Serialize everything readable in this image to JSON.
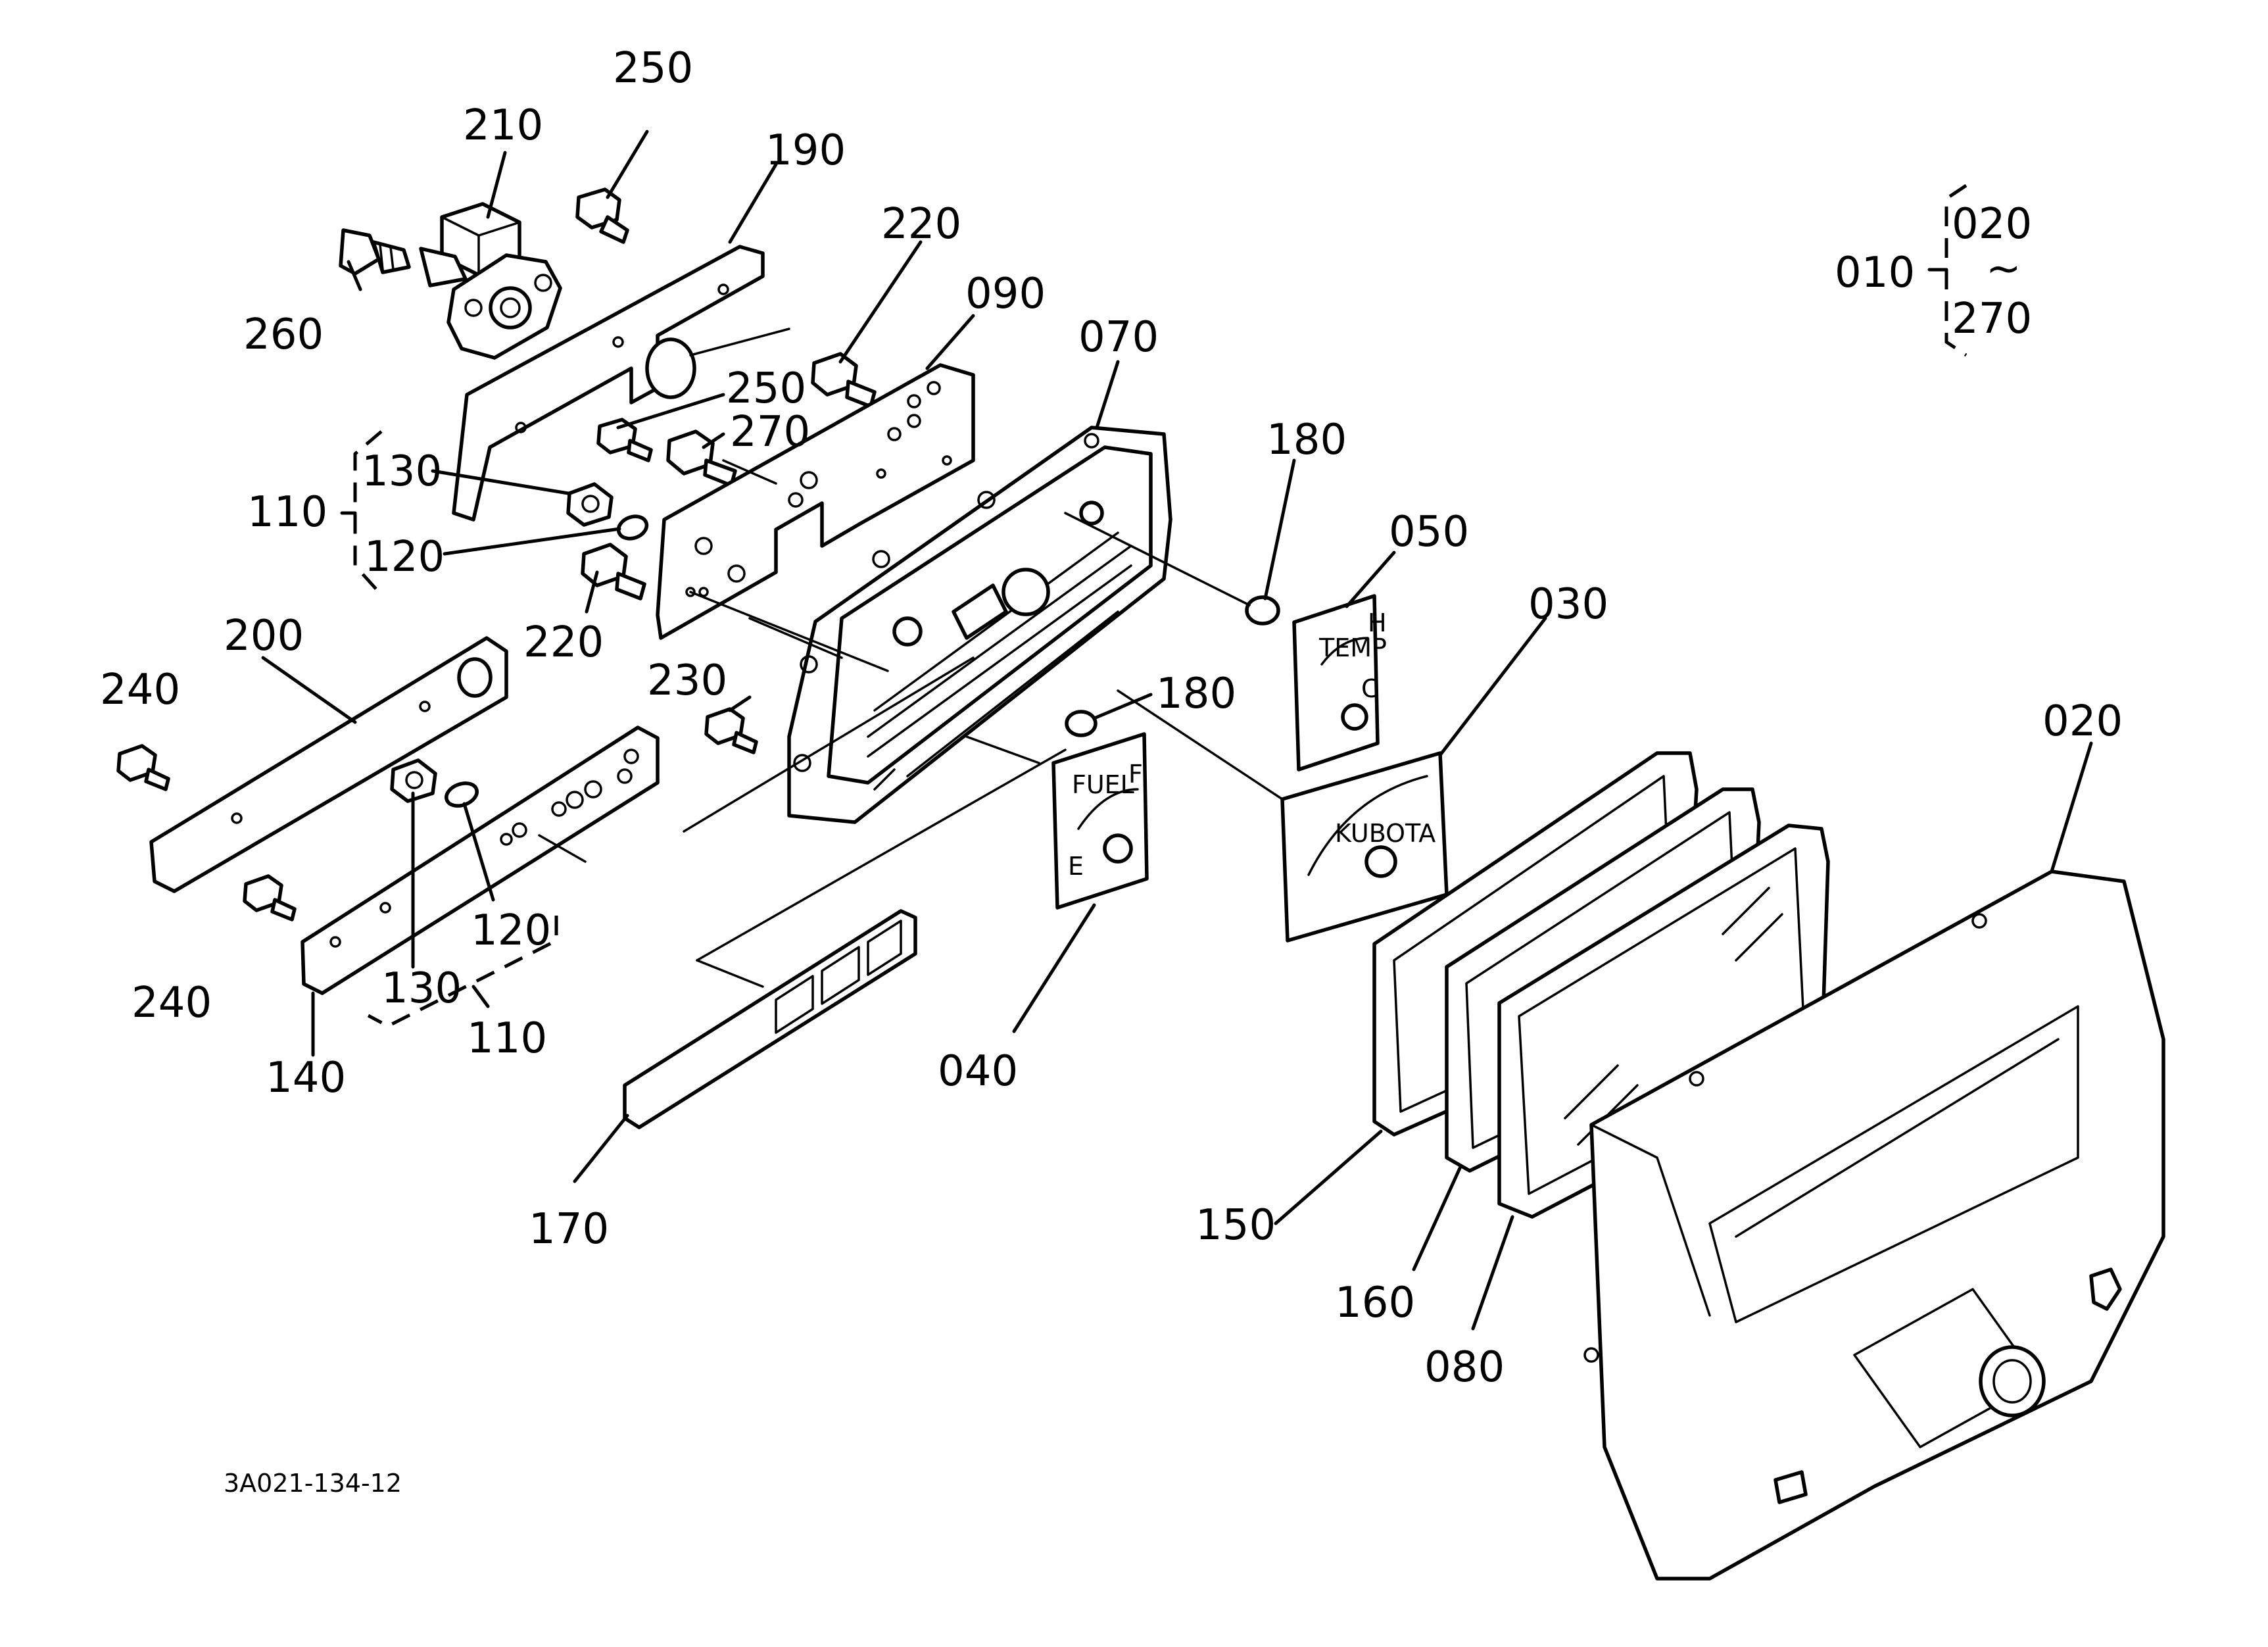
{
  "diagram": {
    "reference_code": "3A021-134-12",
    "assembly_note": {
      "parent": "010",
      "range_start": "020",
      "range_symbol": "~",
      "range_end": "270"
    },
    "callouts": [
      {
        "id": "c250a",
        "label": "250"
      },
      {
        "id": "c210",
        "label": "210"
      },
      {
        "id": "c190",
        "label": "190"
      },
      {
        "id": "c260",
        "label": "260"
      },
      {
        "id": "c220a",
        "label": "220"
      },
      {
        "id": "c090",
        "label": "090"
      },
      {
        "id": "c070",
        "label": "070"
      },
      {
        "id": "c250b",
        "label": "250"
      },
      {
        "id": "c270",
        "label": "270"
      },
      {
        "id": "c130a",
        "label": "130"
      },
      {
        "id": "c110a",
        "label": "110"
      },
      {
        "id": "c120a",
        "label": "120"
      },
      {
        "id": "c220b",
        "label": "220"
      },
      {
        "id": "c180a",
        "label": "180"
      },
      {
        "id": "c050",
        "label": "050"
      },
      {
        "id": "c030",
        "label": "030"
      },
      {
        "id": "c200",
        "label": "200"
      },
      {
        "id": "c240a",
        "label": "240"
      },
      {
        "id": "c230",
        "label": "230"
      },
      {
        "id": "c180b",
        "label": "180"
      },
      {
        "id": "c020",
        "label": "020"
      },
      {
        "id": "c120b",
        "label": "120"
      },
      {
        "id": "c240b",
        "label": "240"
      },
      {
        "id": "c130b",
        "label": "130"
      },
      {
        "id": "c110b",
        "label": "110"
      },
      {
        "id": "c140",
        "label": "140"
      },
      {
        "id": "c040",
        "label": "040"
      },
      {
        "id": "c170",
        "label": "170"
      },
      {
        "id": "c150",
        "label": "150"
      },
      {
        "id": "c160",
        "label": "160"
      },
      {
        "id": "c080",
        "label": "080"
      }
    ],
    "gauge_text": {
      "fuel": "FUEL",
      "fuel_full": "F",
      "fuel_empty": "E",
      "temp": "TEMP",
      "temp_hot": "H",
      "temp_cold": "C",
      "brand": "KUBOTA"
    }
  }
}
